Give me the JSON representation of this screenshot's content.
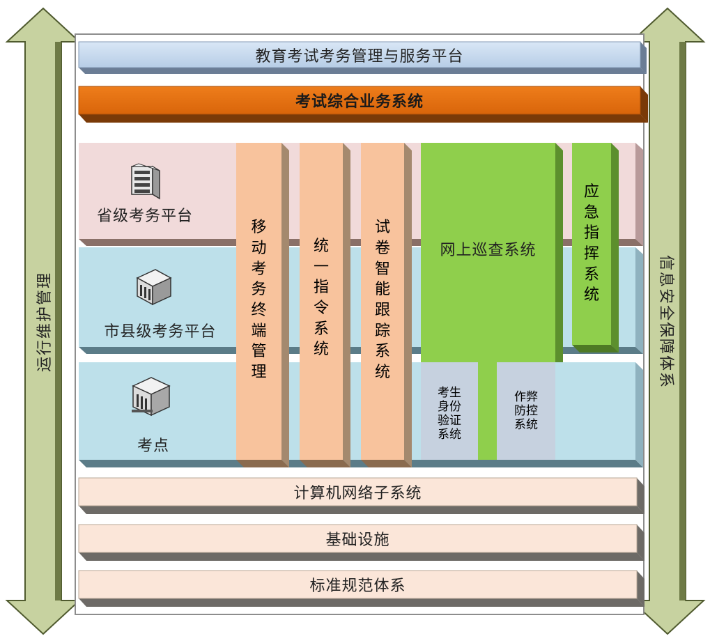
{
  "left_side": {
    "label": "运行维护管理"
  },
  "right_side": {
    "label": "信息安全保障体系"
  },
  "top_bars": {
    "platform": "教育考试考务管理与服务平台",
    "business": "考试综合业务系统"
  },
  "levels": {
    "provincial": "省级考务平台",
    "city_county": "市县级考务平台",
    "exam_site": "考点"
  },
  "systems": {
    "mobile_terminal": "移动考务终端管理",
    "unified_command": "统一指令系统",
    "paper_tracking": "试卷智能跟踪系统",
    "online_patrol": "网上巡查系统",
    "emergency_command": "应急指挥系统",
    "identity_verification": [
      "考生",
      "身份",
      "验证",
      "系统"
    ],
    "anti_cheating": [
      "作弊",
      "防控",
      "系统"
    ]
  },
  "bottom_bars": {
    "network": "计算机网络子系统",
    "infrastructure": "基础设施",
    "standards": "标准规范体系"
  },
  "colors": {
    "arrow_fill": "#c7d2a0",
    "arrow_stroke": "#4f5a2e",
    "platform_bar": "#c5d9ef",
    "business_bar": "#e26f0f",
    "provincial_band": "#f1dada",
    "city_band": "#bde0ea",
    "system_orange": "#f8c39d",
    "system_green": "#8fcf4c",
    "system_gray": "#c6d1df",
    "bottom_bar": "#fbe6d9"
  }
}
